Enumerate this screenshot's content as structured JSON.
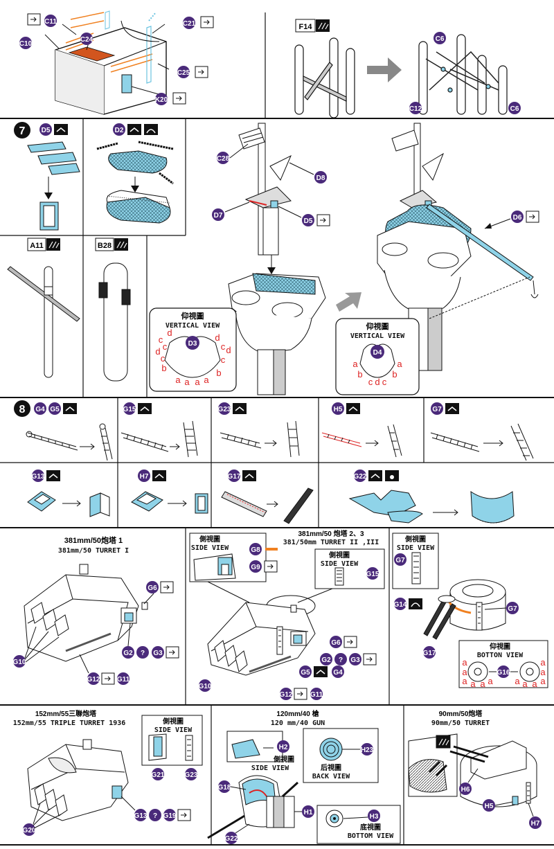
{
  "parts": {
    "c11": "C11",
    "c21": "C21",
    "c24": "C24",
    "c10": "C10",
    "c25": "C25",
    "k20": "K20",
    "f14": "F14",
    "c6": "C6",
    "c12": "C12",
    "step7": "7",
    "d5": "D5",
    "d2": "D2",
    "c28": "C28",
    "d8": "D8",
    "d7": "D7",
    "d6": "D6",
    "a11": "A11",
    "b28": "B28",
    "d3": "D3",
    "d4": "D4",
    "step8": "8",
    "g4": "G4",
    "g5": "G5",
    "g15": "G15",
    "g23": "G23",
    "h5": "H5",
    "g7": "G7",
    "g13": "G13",
    "h7": "H7",
    "g17": "G17",
    "g22": "G22",
    "g6": "G6",
    "g2": "G2",
    "g3": "G3",
    "g10": "G10",
    "g12": "G12",
    "g11": "G11",
    "g8": "G8",
    "g9": "G9",
    "g14": "G14",
    "g16": "G16",
    "g21": "G21",
    "g19": "G19",
    "g20": "G20",
    "h2": "H2",
    "h23": "H23",
    "h1": "H1",
    "h3": "H3",
    "g18": "G18",
    "h6": "H6"
  },
  "views": {
    "vertical_cn": "仰視圖",
    "vertical_en": "VERTICAL VIEW",
    "side_cn": "側視圖",
    "side_en": "SIDE VIEW",
    "bottom_cn": "仰視圖",
    "bottom_en": "BOTTON VIEW",
    "back_cn": "后視圖",
    "back_en": "BACK VIEW",
    "bottom2_cn": "底視圖",
    "bottom2_en": "BOTTOM VIEW",
    "question": "?"
  },
  "titles": {
    "turret1_cn": "381mm/50炮塔 1",
    "turret1_en": "381mm/50 TURRET I",
    "turret23_cn": "381mm/50 炮塔 2、3",
    "turret23_en": "381/50mm TURRET II ,III",
    "triple_cn": "152mm/55三聯炮塔",
    "triple_en": "152mm/55 TRIPLE TURRET 1936",
    "gun120_cn": "120mm/40 槍",
    "gun120_en": "120 mm/40 GUN",
    "turret90_cn": "90mm/50炮塔",
    "turret90_en": "90mm/50 TURRET"
  },
  "letters": {
    "a": "a",
    "b": "b",
    "c": "c",
    "d": "d"
  },
  "colors": {
    "label_fill": "#4a2a7a",
    "etch_blue": "#8fd3e8",
    "accent_red": "#d22",
    "accent_orange": "#f08020"
  }
}
